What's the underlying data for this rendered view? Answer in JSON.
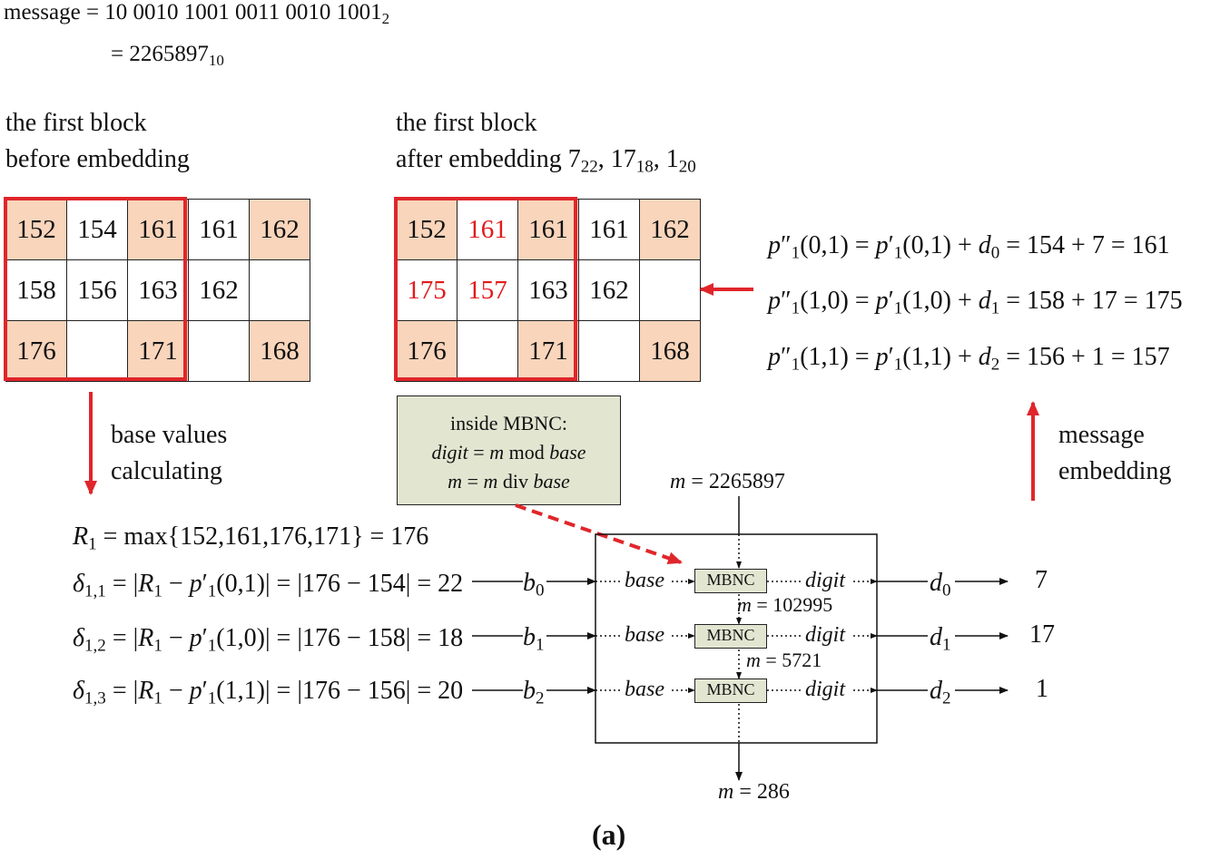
{
  "message": {
    "line1_prefix": "message = ",
    "line1_binary": "10 0010 1001 0011 0010 1001",
    "line1_base": "2",
    "line2_prefix": "= ",
    "line2_decimal": "2265897",
    "line2_base": "10"
  },
  "before_block": {
    "caption_line1": "the first block",
    "caption_line2": "before embedding",
    "rows": [
      [
        "152",
        "154",
        "161",
        "161",
        "162"
      ],
      [
        "158",
        "156",
        "163",
        "162",
        ""
      ],
      [
        "176",
        "",
        "171",
        "",
        "168"
      ]
    ]
  },
  "after_block": {
    "caption_line1": "the first block",
    "caption_line2_prefix": "after embedding ",
    "digits": [
      {
        "value": "7",
        "base": "22",
        "sep": ", "
      },
      {
        "value": "17",
        "base": "18",
        "sep": ", "
      },
      {
        "value": "1",
        "base": "20",
        "sep": ""
      }
    ],
    "rows": [
      [
        "152",
        "161",
        "161",
        "161",
        "162"
      ],
      [
        "175",
        "157",
        "163",
        "162",
        ""
      ],
      [
        "176",
        "",
        "171",
        "",
        "168"
      ]
    ]
  },
  "embedding_equations": [
    {
      "lhs": "p",
      "sub": "1",
      "prime": "″",
      "args": "(0,1)",
      "mid_prime": "′",
      "d": "d",
      "d_sub": "0",
      "tail": " = 154 + 7 = 161"
    },
    {
      "lhs": "p",
      "sub": "1",
      "prime": "″",
      "args": "(1,0)",
      "mid_prime": "′",
      "d": "d",
      "d_sub": "1",
      "tail": " = 158 + 17 = 175"
    },
    {
      "lhs": "p",
      "sub": "1",
      "prime": "″",
      "args": "(1,1)",
      "mid_prime": "′",
      "d": "d",
      "d_sub": "2",
      "tail": " = 156 + 1 = 157"
    }
  ],
  "labels": {
    "base_values_line1": "base values",
    "base_values_line2": "calculating",
    "message_embedding_line1": "message",
    "message_embedding_line2": "embedding"
  },
  "inside_note": {
    "title": "inside MBNC:",
    "line2_a": "digit",
    "line2_b": " = ",
    "line2_c": "m",
    "line2_d": " mod ",
    "line2_e": "base",
    "line3_a": "m",
    "line3_b": " = ",
    "line3_c": "m",
    "line3_d": " div ",
    "line3_e": "base"
  },
  "r_equation": {
    "var": "R",
    "sub": "1",
    "text": " = max{152,161,176,171} = 176"
  },
  "delta_equations": [
    {
      "var": "δ",
      "sub": "1,1",
      "args": "(0,1)",
      "tail": " = |176 − 154| = 22",
      "b": "b",
      "b_sub": "0"
    },
    {
      "var": "δ",
      "sub": "1,2",
      "args": "(1,0)",
      "tail": " = |176 − 158| = 18",
      "b": "b",
      "b_sub": "1"
    },
    {
      "var": "δ",
      "sub": "1,3",
      "args": "(1,1)",
      "tail": " = |176 − 156| = 20",
      "b": "b",
      "b_sub": "2"
    }
  ],
  "mbnc": {
    "box_label": "MBNC",
    "base_word": "base",
    "digit_word": "digit",
    "m_in": "= 2265897",
    "m_1": "= 102995",
    "m_2": "= 5721",
    "m_out": "= 286",
    "m_var": "m"
  },
  "outputs": [
    {
      "d": "d",
      "d_sub": "0",
      "value": "7"
    },
    {
      "d": "d",
      "d_sub": "1",
      "value": "17"
    },
    {
      "d": "d",
      "d_sub": "2",
      "value": "1"
    }
  ],
  "panel_label": "(a)",
  "colors": {
    "highlight": "#f8d5bb",
    "red": "#e0262b",
    "note_bg": "#e2e6d1"
  }
}
